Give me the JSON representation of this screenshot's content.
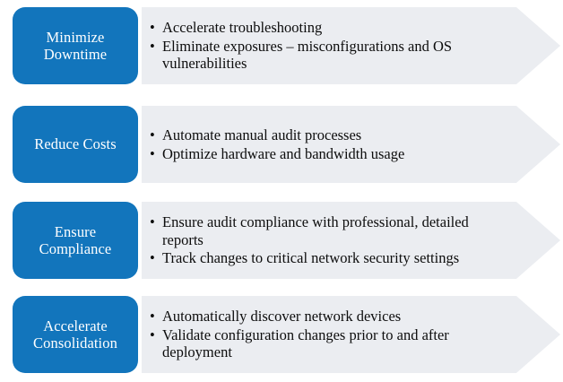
{
  "diagram": {
    "type": "arrow-list",
    "accent_color": "#1275bc",
    "arrow_color": "#ebedf1",
    "text_color": "#0d0d0d",
    "label_text_color": "#ffffff",
    "bullet_glyph": "•",
    "rows": [
      {
        "label": "Minimize\nDowntime",
        "label_line_1": "Minimize",
        "label_line_2": "Downtime",
        "bullets": [
          "Accelerate troubleshooting",
          "Eliminate exposures – misconfigurations and OS vulnerabilities"
        ]
      },
      {
        "label": "Reduce Costs",
        "label_line_1": "Reduce Costs",
        "label_line_2": "",
        "bullets": [
          "Automate manual audit processes",
          "Optimize hardware and bandwidth usage"
        ]
      },
      {
        "label": "Ensure\nCompliance",
        "label_line_1": "Ensure",
        "label_line_2": "Compliance",
        "bullets": [
          "Ensure audit compliance with professional, detailed reports",
          "Track changes to critical network security settings"
        ]
      },
      {
        "label": "Accelerate\nConsolidation",
        "label_line_1": "Accelerate",
        "label_line_2": "Consolidation",
        "bullets": [
          "Automatically discover network devices",
          "Validate configuration changes prior to and after deployment"
        ]
      }
    ]
  }
}
